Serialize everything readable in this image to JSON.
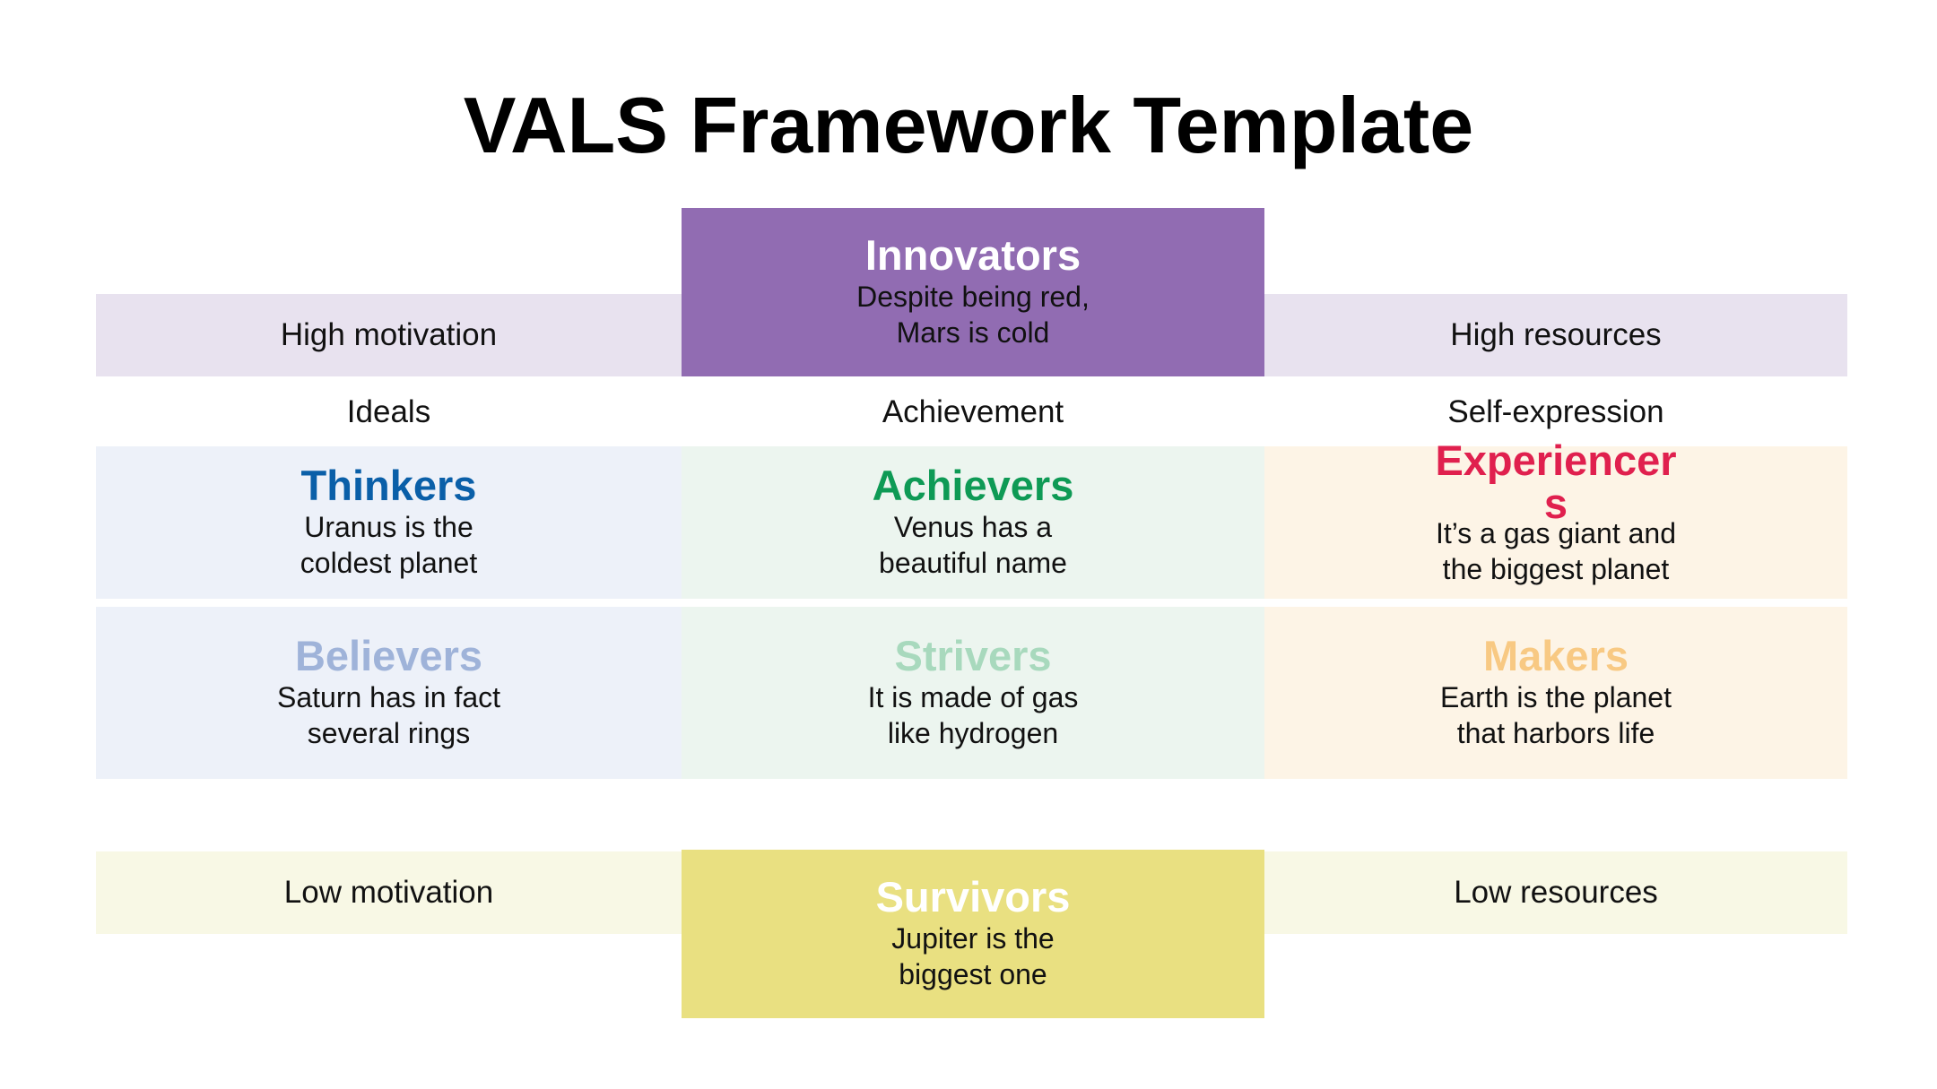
{
  "title": "VALS Framework Template",
  "colors": {
    "innovators_bg": "#916cb2",
    "high_band": "#e8e2ef",
    "low_band": "#f8f8e5",
    "survivors_bg": "#e9e081",
    "blue_bg": "#edf1f9",
    "green_bg": "#ecf5ef",
    "orange_bg": "#fdf4e6",
    "thinkers_text": "#0a5fa8",
    "achievers_text": "#0e9a55",
    "experiencers_text": "#e0204e",
    "believers_text": "#9fb3d9",
    "strivers_text": "#a8d9bd",
    "makers_text": "#f8c983"
  },
  "top": {
    "left_label": "High motivation",
    "right_label": "High resources",
    "innovators": {
      "heading": "Innovators",
      "line1": "Despite being red,",
      "line2": "Mars is cold"
    }
  },
  "columns": {
    "left": "Ideals",
    "center": "Achievement",
    "right": "Self-expression"
  },
  "row1": {
    "thinkers": {
      "heading": "Thinkers",
      "line1": "Uranus is the",
      "line2": "coldest planet"
    },
    "achievers": {
      "heading": "Achievers",
      "line1": "Venus has a",
      "line2": "beautiful name"
    },
    "experiencers": {
      "heading": "Experiencers",
      "line1": "It’s a gas giant and",
      "line2": "the biggest planet"
    }
  },
  "row2": {
    "believers": {
      "heading": "Believers",
      "line1": "Saturn has in fact",
      "line2": "several rings"
    },
    "strivers": {
      "heading": "Strivers",
      "line1": "It is made of gas",
      "line2": "like hydrogen"
    },
    "makers": {
      "heading": "Makers",
      "line1": "Earth is the planet",
      "line2": "that harbors life"
    }
  },
  "bottom": {
    "left_label": "Low motivation",
    "right_label": "Low resources",
    "survivors": {
      "heading": "Survivors",
      "line1": "Jupiter is the",
      "line2": "biggest one"
    }
  }
}
